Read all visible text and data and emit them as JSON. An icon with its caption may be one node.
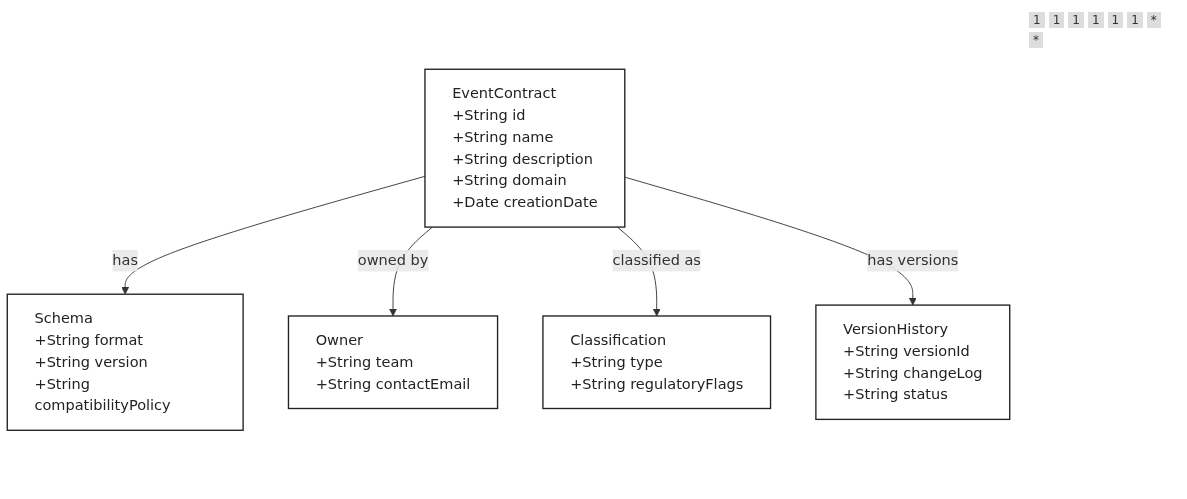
{
  "diagram": {
    "nodes": [
      {
        "text": [
          "EventContract",
          "+String id",
          "+String name",
          "+String description",
          "+String domain",
          "+Date creationDate"
        ]
      },
      {
        "text": [
          "Schema",
          "+String format",
          "+String version",
          "+String compatibilityPolicy"
        ]
      },
      {
        "text": [
          "Owner",
          "+String team",
          "+String contactEmail"
        ]
      },
      {
        "text": [
          "Classification",
          "+String type",
          "+String regulatoryFlags"
        ]
      },
      {
        "text": [
          "VersionHistory",
          "+String versionId",
          "+String changeLog",
          "+String status"
        ]
      }
    ],
    "edges": [
      {
        "from": 0,
        "to": 1,
        "arrow": "to",
        "label": "has"
      },
      {
        "from": 0,
        "to": 2,
        "arrow": "to",
        "label": "owned by"
      },
      {
        "from": 0,
        "to": 3,
        "arrow": "to",
        "label": "classified as"
      },
      {
        "from": 0,
        "to": 4,
        "arrow": "to",
        "label": "has versions"
      }
    ],
    "labels": [
      "1",
      "1",
      "1",
      "1",
      "1",
      "1",
      "*",
      "*"
    ]
  }
}
